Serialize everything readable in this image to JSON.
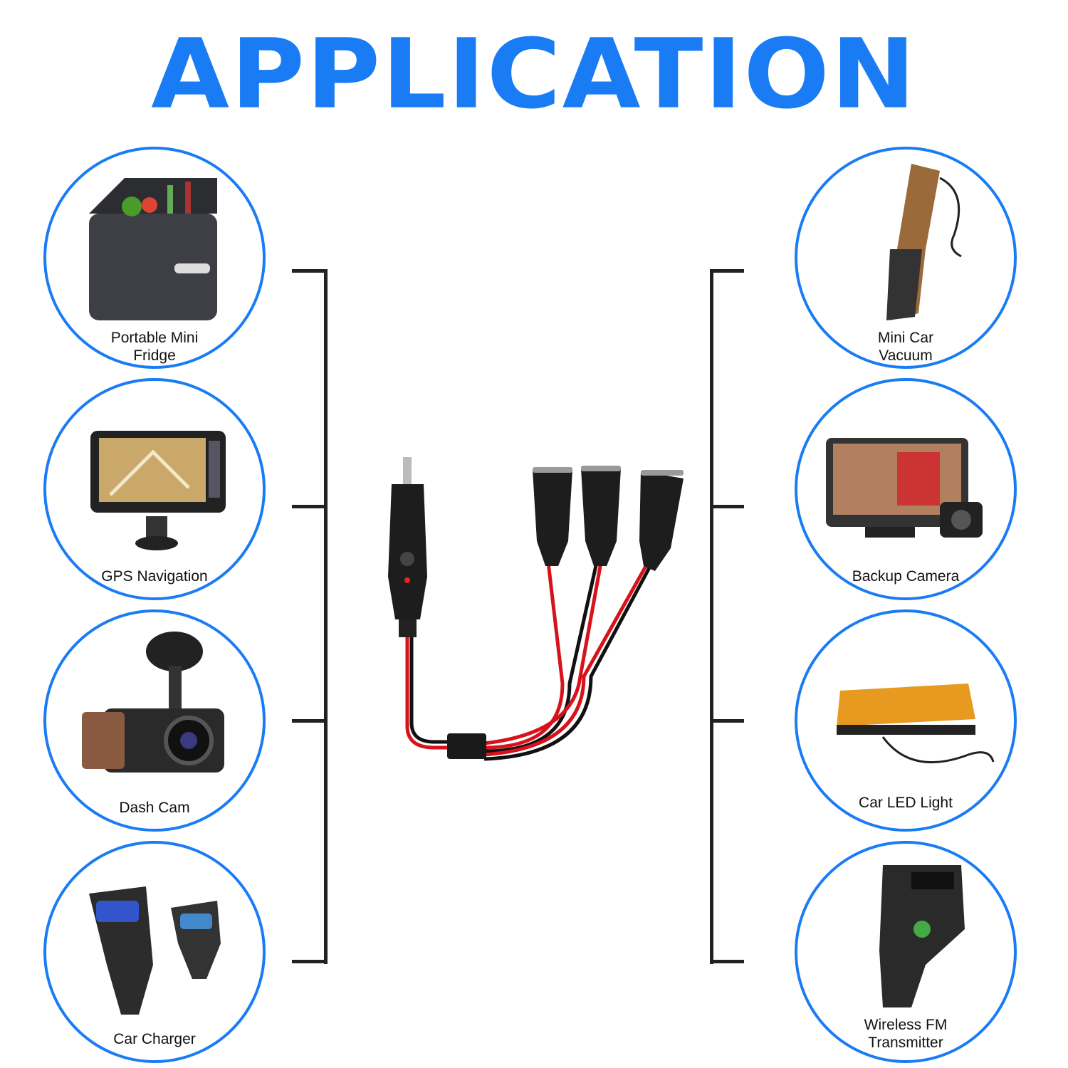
{
  "title": "APPLICATION",
  "colors": {
    "accent": "#1a7cf5",
    "bracket": "#222222",
    "cable_red": "#d8121a"
  },
  "left_items": [
    {
      "label_line1": "Portable Mini",
      "label_line2": "Fridge",
      "icon": "fridge-icon"
    },
    {
      "label_line1": "GPS Navigation",
      "label_line2": "",
      "icon": "gps-icon"
    },
    {
      "label_line1": "Dash Cam",
      "label_line2": "",
      "icon": "dash-cam-icon"
    },
    {
      "label_line1": "Car Charger",
      "label_line2": "",
      "icon": "car-charger-icon"
    }
  ],
  "right_items": [
    {
      "label_line1": "Mini Car",
      "label_line2": "Vacuum",
      "icon": "vacuum-icon"
    },
    {
      "label_line1": "Backup Camera",
      "label_line2": "",
      "icon": "backup-camera-icon"
    },
    {
      "label_line1": "Car LED Light",
      "label_line2": "",
      "icon": "led-light-icon"
    },
    {
      "label_line1": "Wireless FM",
      "label_line2": "Transmitter",
      "icon": "fm-transmitter-icon"
    }
  ]
}
